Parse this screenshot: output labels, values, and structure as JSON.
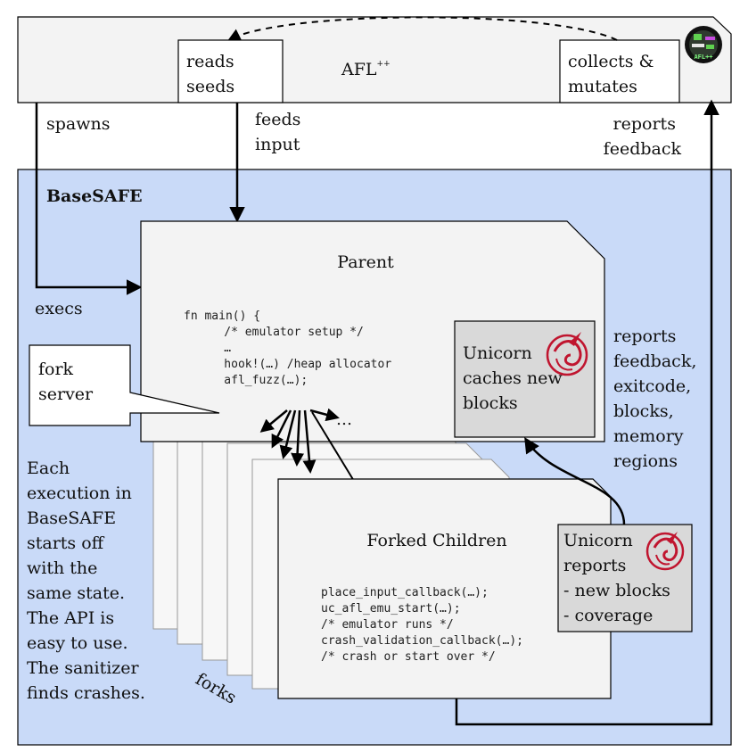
{
  "afl": {
    "title": "AFL",
    "title_sup": "++",
    "reads_seeds": [
      "reads",
      "seeds"
    ],
    "collects_mutates": [
      "collects &",
      "mutates"
    ],
    "logo_lettering": "AFL++"
  },
  "edges": {
    "spawns": "spawns",
    "feeds_input": [
      "feeds",
      "input"
    ],
    "reports_feedback_top": [
      "reports",
      "feedback"
    ],
    "execs": "execs",
    "forks": "forks",
    "reports_feedback_right": [
      "reports",
      "feedback,",
      "exitcode,",
      "blocks,",
      "memory",
      "regions"
    ],
    "ellipsis": "…"
  },
  "basesafe": {
    "label": "BaseSAFE",
    "description": [
      "Each",
      "execution in",
      "BaseSAFE",
      "starts off",
      "with the",
      "same state.",
      "The API is",
      "easy to use.",
      "The sanitizer",
      "finds crashes."
    ]
  },
  "fork_server": [
    "fork",
    "server"
  ],
  "parent": {
    "title": "Parent",
    "code": [
      "fn main() {",
      "    /* emulator setup */",
      "    …",
      "    hook!(…) /heap allocator",
      "    afl_fuzz(…);"
    ]
  },
  "unicorn_parent": [
    "Unicorn",
    "caches new",
    "blocks"
  ],
  "children": {
    "title": "Forked Children",
    "code": [
      "place_input_callback(…);",
      "uc_afl_emu_start(…);",
      "/* emulator runs */",
      "crash_validation_callback(…);",
      "/* crash or start over */"
    ]
  },
  "unicorn_children": [
    "Unicorn",
    "reports",
    "- new blocks",
    "- coverage"
  ],
  "colors": {
    "basesafe_bg": "#c9daf8",
    "box_bg": "#f3f3f3",
    "unicorn_bg": "#d9d9d9",
    "unicorn_red": "#c0152f",
    "stroke": "#000000"
  }
}
